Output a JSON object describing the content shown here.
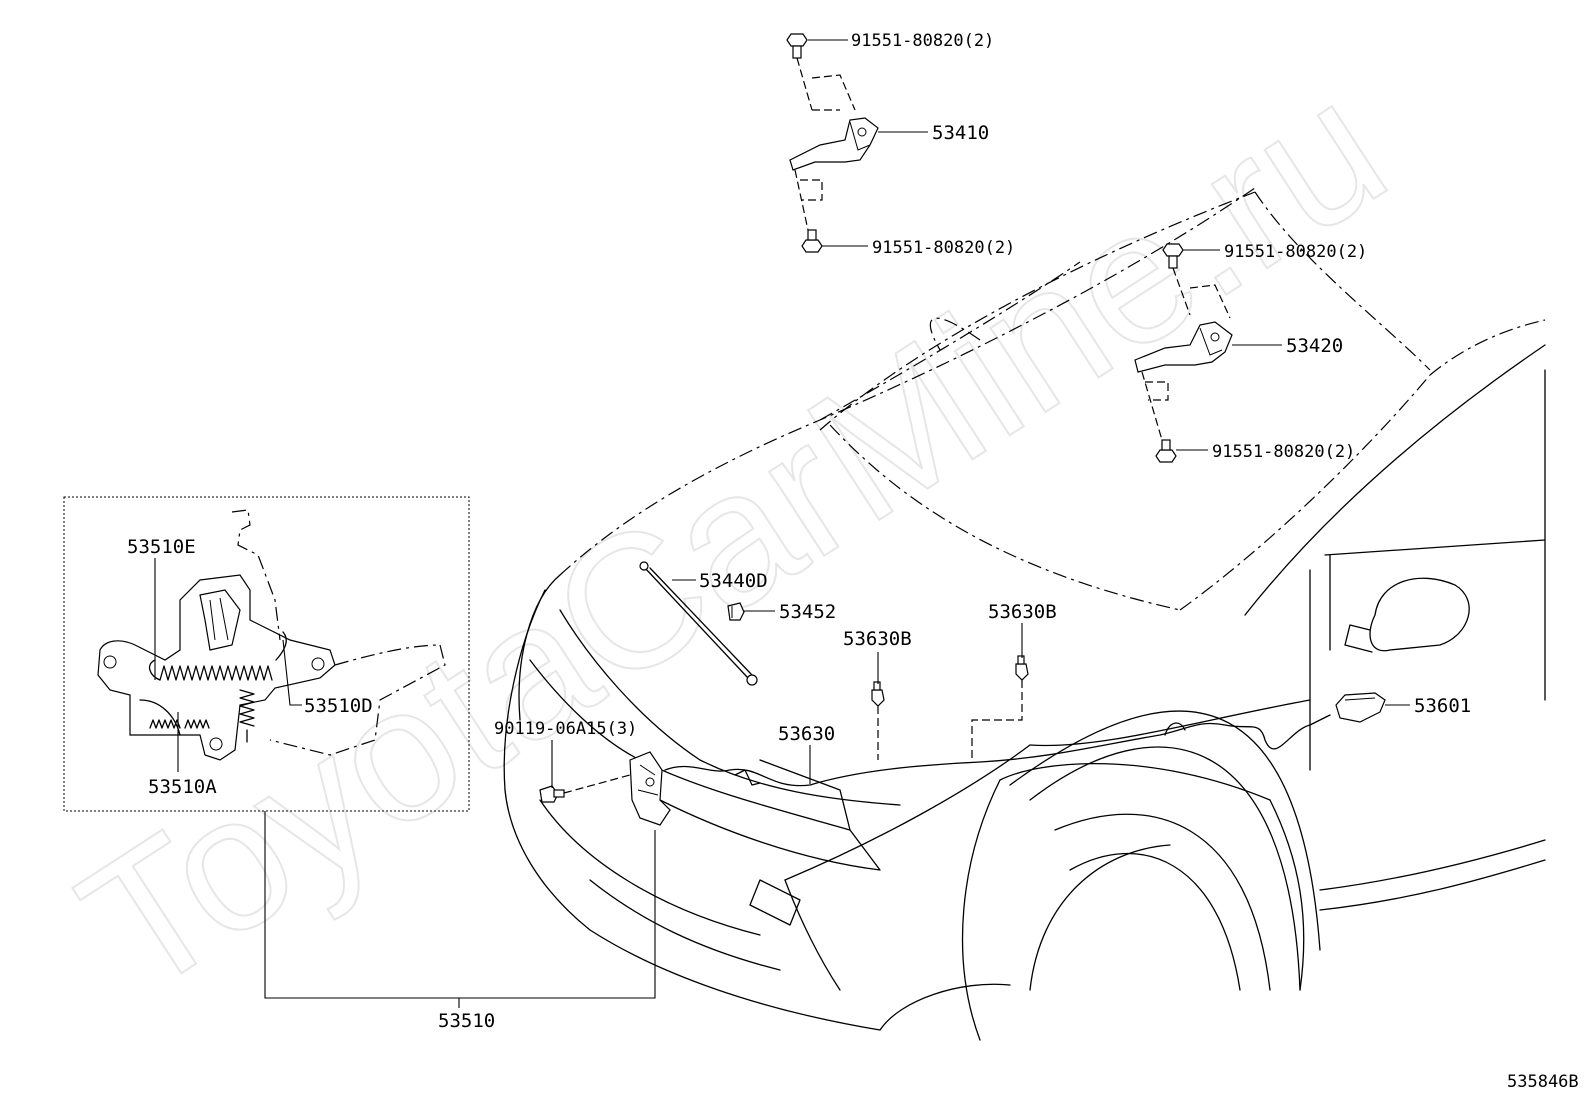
{
  "watermark": "ToyotaCarMine.ru",
  "diagram_id": "535846B",
  "labels": {
    "bolt_top_hinge_l_upper": "91551-80820(2)",
    "hinge_l": "53410",
    "bolt_top_hinge_l_lower": "91551-80820(2)",
    "bolt_top_hinge_r_upper": "91551-80820(2)",
    "hinge_r": "53420",
    "bolt_top_hinge_r_lower": "91551-80820(2)",
    "support_rod": "53440D",
    "rod_holder": "53452",
    "cable_clamp_1": "53630B",
    "cable_clamp_2": "53630B",
    "release_cable": "53630",
    "release_lever": "53601",
    "lock_bolt": "90119-06A15(3)",
    "lock_assy": "53510",
    "detail_spring_e": "53510E",
    "detail_spring_d": "53510D",
    "detail_spring_a": "53510A"
  }
}
